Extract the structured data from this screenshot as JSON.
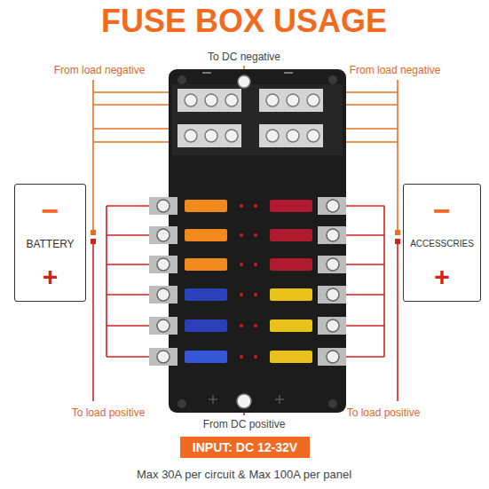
{
  "diagram": {
    "title": "FUSE BOX USAGE",
    "caption": "Max 30A per circuit & Max 100A per panel",
    "nodes": [
      {
        "text": [
          "−",
          "BATTERY",
          "+"
        ]
      },
      {
        "text": [
          "−",
          "ACCESSCRIES",
          "+"
        ]
      },
      {
        "text": [
          "INPUT: DC 12-32V"
        ]
      }
    ],
    "labels": [
      "From load negative",
      "To DC negative",
      "From load negative",
      "To load positive",
      "From DC positive",
      "To load positive"
    ]
  }
}
